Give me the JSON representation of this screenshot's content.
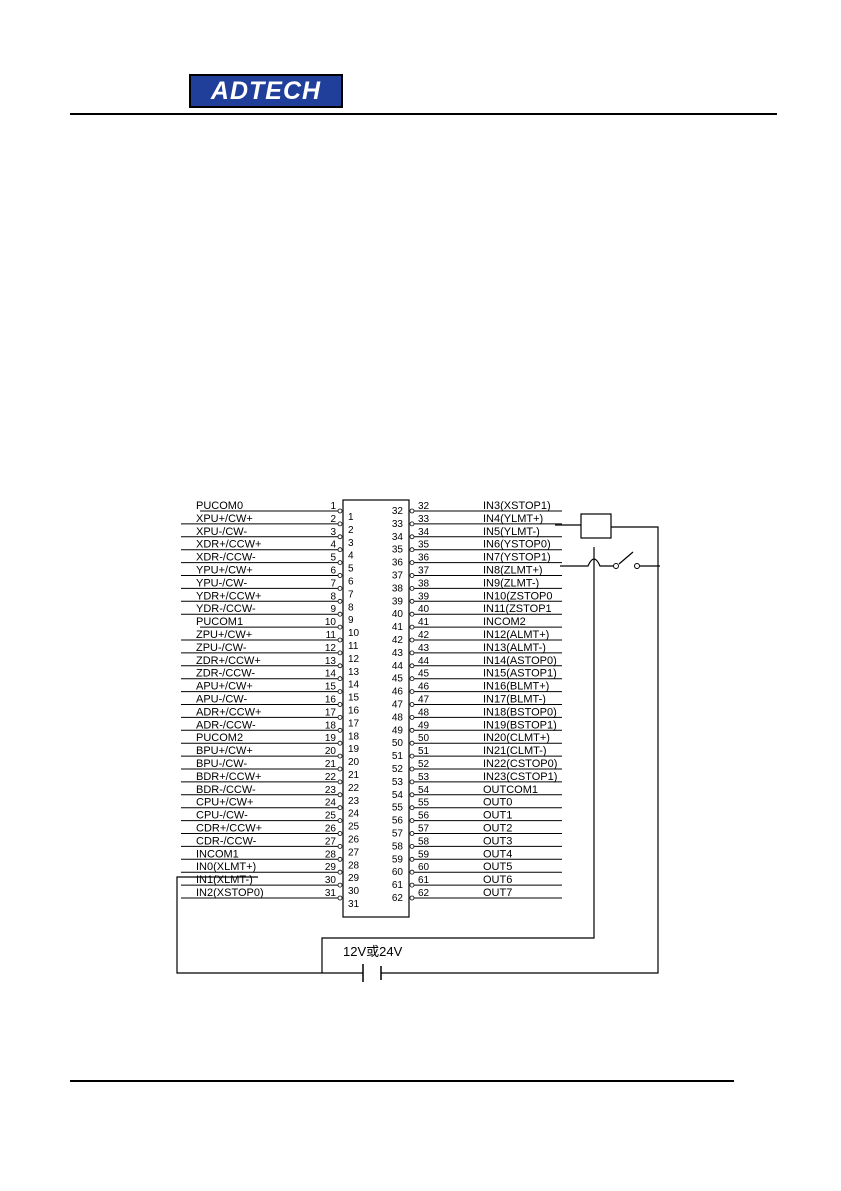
{
  "header": {
    "logo_text": "ADTECH"
  },
  "diagram": {
    "power_label": "12V或24V",
    "left_pins": [
      {
        "pin": "1",
        "signal": "PUCOM0"
      },
      {
        "pin": "2",
        "signal": "XPU+/CW+"
      },
      {
        "pin": "3",
        "signal": "XPU-/CW-"
      },
      {
        "pin": "4",
        "signal": "XDR+/CCW+"
      },
      {
        "pin": "5",
        "signal": "XDR-/CCW-"
      },
      {
        "pin": "6",
        "signal": "YPU+/CW+"
      },
      {
        "pin": "7",
        "signal": "YPU-/CW-"
      },
      {
        "pin": "8",
        "signal": "YDR+/CCW+"
      },
      {
        "pin": "9",
        "signal": "YDR-/CCW-"
      },
      {
        "pin": "10",
        "signal": "PUCOM1"
      },
      {
        "pin": "11",
        "signal": "ZPU+/CW+"
      },
      {
        "pin": "12",
        "signal": "ZPU-/CW-"
      },
      {
        "pin": "13",
        "signal": "ZDR+/CCW+"
      },
      {
        "pin": "14",
        "signal": "ZDR-/CCW-"
      },
      {
        "pin": "15",
        "signal": "APU+/CW+"
      },
      {
        "pin": "16",
        "signal": "APU-/CW-"
      },
      {
        "pin": "17",
        "signal": "ADR+/CCW+"
      },
      {
        "pin": "18",
        "signal": "ADR-/CCW-"
      },
      {
        "pin": "19",
        "signal": "PUCOM2"
      },
      {
        "pin": "20",
        "signal": "BPU+/CW+"
      },
      {
        "pin": "21",
        "signal": "BPU-/CW-"
      },
      {
        "pin": "22",
        "signal": "BDR+/CCW+"
      },
      {
        "pin": "23",
        "signal": "BDR-/CCW-"
      },
      {
        "pin": "24",
        "signal": "CPU+/CW+"
      },
      {
        "pin": "25",
        "signal": "CPU-/CW-"
      },
      {
        "pin": "26",
        "signal": "CDR+/CCW+"
      },
      {
        "pin": "27",
        "signal": "CDR-/CCW-"
      },
      {
        "pin": "28",
        "signal": "INCOM1"
      },
      {
        "pin": "29",
        "signal": "IN0(XLMT+)"
      },
      {
        "pin": "30",
        "signal": "IN1(XLMT-)"
      },
      {
        "pin": "31",
        "signal": "IN2(XSTOP0)"
      }
    ],
    "right_pins": [
      {
        "pin": "32",
        "signal": "IN3(XSTOP1)"
      },
      {
        "pin": "33",
        "signal": "IN4(YLMT+)"
      },
      {
        "pin": "34",
        "signal": "IN5(YLMT-)"
      },
      {
        "pin": "35",
        "signal": "IN6(YSTOP0)"
      },
      {
        "pin": "36",
        "signal": "IN7(YSTOP1)"
      },
      {
        "pin": "37",
        "signal": "IN8(ZLMT+)"
      },
      {
        "pin": "38",
        "signal": "IN9(ZLMT-)"
      },
      {
        "pin": "39",
        "signal": "IN10(ZSTOP0"
      },
      {
        "pin": "40",
        "signal": "IN11(ZSTOP1"
      },
      {
        "pin": "41",
        "signal": "INCOM2"
      },
      {
        "pin": "42",
        "signal": "IN12(ALMT+)"
      },
      {
        "pin": "43",
        "signal": "IN13(ALMT-)"
      },
      {
        "pin": "44",
        "signal": "IN14(ASTOP0)"
      },
      {
        "pin": "45",
        "signal": "IN15(ASTOP1)"
      },
      {
        "pin": "46",
        "signal": "IN16(BLMT+)"
      },
      {
        "pin": "47",
        "signal": "IN17(BLMT-)"
      },
      {
        "pin": "48",
        "signal": "IN18(BSTOP0)"
      },
      {
        "pin": "49",
        "signal": "IN19(BSTOP1)"
      },
      {
        "pin": "50",
        "signal": "IN20(CLMT+)"
      },
      {
        "pin": "51",
        "signal": "IN21(CLMT-)"
      },
      {
        "pin": "52",
        "signal": "IN22(CSTOP0)"
      },
      {
        "pin": "53",
        "signal": "IN23(CSTOP1)"
      },
      {
        "pin": "54",
        "signal": "OUTCOM1"
      },
      {
        "pin": "55",
        "signal": "OUT0"
      },
      {
        "pin": "56",
        "signal": "OUT1"
      },
      {
        "pin": "57",
        "signal": "OUT2"
      },
      {
        "pin": "58",
        "signal": "OUT3"
      },
      {
        "pin": "59",
        "signal": "OUT4"
      },
      {
        "pin": "60",
        "signal": "OUT5"
      },
      {
        "pin": "61",
        "signal": "OUT6"
      },
      {
        "pin": "62",
        "signal": "OUT7"
      }
    ],
    "connector_inner": {
      "left_column": [
        "1",
        "2",
        "3",
        "4",
        "5",
        "6",
        "7",
        "8",
        "9",
        "10",
        "11",
        "12",
        "13",
        "14",
        "15",
        "16",
        "17",
        "18",
        "19",
        "20",
        "21",
        "22",
        "23",
        "24",
        "25",
        "26",
        "27",
        "28",
        "29",
        "30",
        "31"
      ],
      "right_column": [
        "32",
        "33",
        "34",
        "35",
        "36",
        "37",
        "38",
        "39",
        "40",
        "41",
        "42",
        "43",
        "44",
        "45",
        "46",
        "47",
        "48",
        "49",
        "50",
        "51",
        "52",
        "53",
        "54",
        "55",
        "56",
        "57",
        "58",
        "59",
        "60",
        "61",
        "62"
      ]
    }
  }
}
